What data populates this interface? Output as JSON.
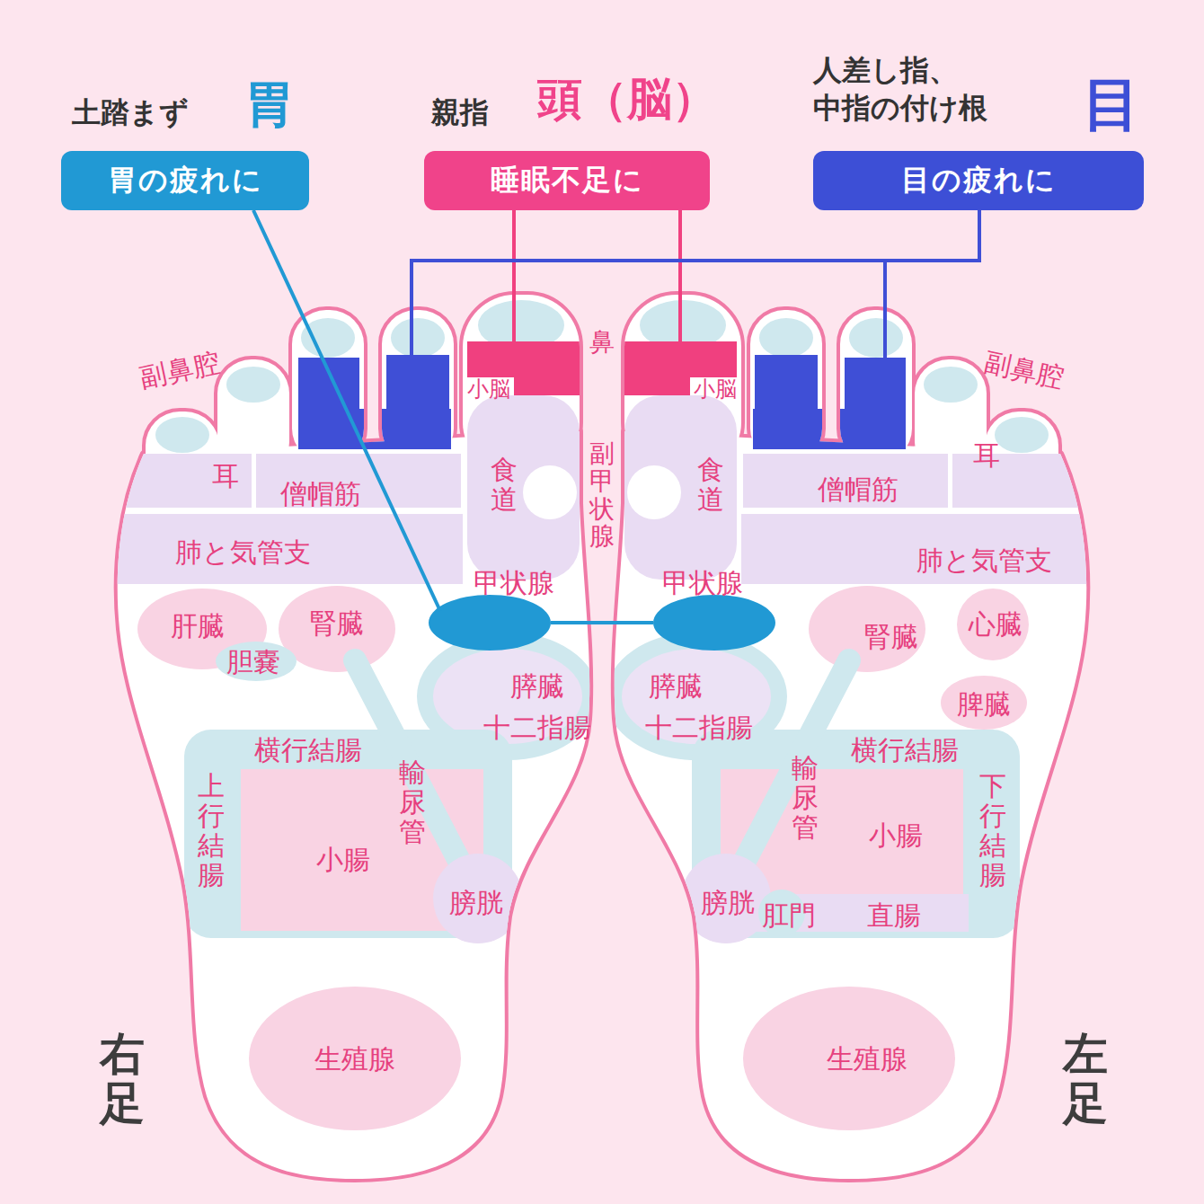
{
  "diagram": {
    "nodes": [
      {
        "text": [
          "土踏まず",
          "胃",
          "胃の疲れに"
        ]
      },
      {
        "text": [
          "親指",
          "頭（脳）",
          "睡眠不足に"
        ]
      },
      {
        "text": [
          "人差し指、 中指の付け根",
          "目",
          "目の疲れに"
        ]
      }
    ],
    "labels": [
      "副鼻腔",
      "小脳",
      "鼻",
      "耳",
      "僧帽筋",
      "食道",
      "副甲状腺",
      "肺と気管支",
      "甲状腺",
      "肝臓",
      "腎臓",
      "胆嚢",
      "膵臓",
      "十二指腸",
      "横行結腸",
      "輸尿管",
      "上行結腸",
      "小腸",
      "膀胱",
      "生殖腺",
      "右足",
      "小脳",
      "副鼻腔",
      "食道",
      "耳",
      "僧帽筋",
      "肺と気管支",
      "甲状腺",
      "腎臓",
      "心臓",
      "脾臓",
      "膵臓",
      "十二指腸",
      "横行結腸",
      "輸尿管",
      "下行結腸",
      "小腸",
      "膀胱",
      "肛門",
      "直腸",
      "生殖腺",
      "左足"
    ]
  }
}
